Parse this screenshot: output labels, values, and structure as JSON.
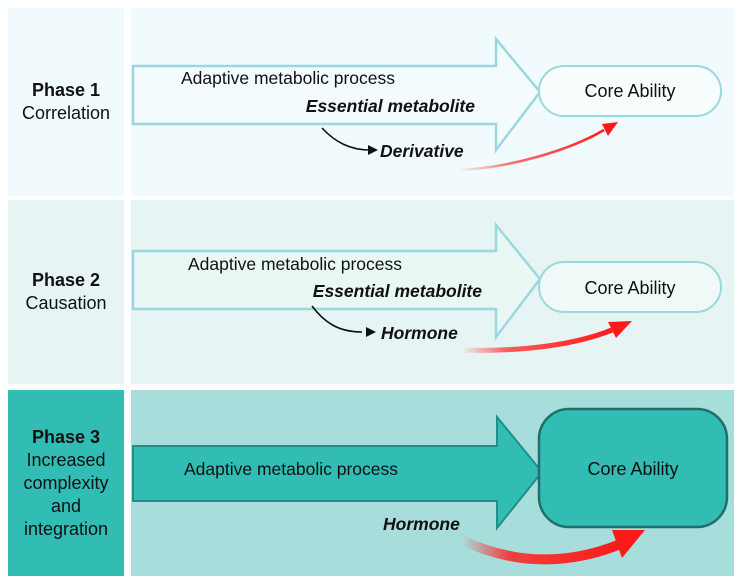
{
  "colors": {
    "phase1_bg": "#f1fafc",
    "phase2_bg": "#e6f5f3",
    "phase3_bg": "#a7dedb",
    "phase3_label_bg": "#31bcb4",
    "arrow_outline": "#9ad8df",
    "arrow_fill_3": "#31bcb4",
    "arrow_outline_3": "#1f8f88",
    "red_arrow": "#ff1a1a"
  },
  "phases": [
    {
      "id": "phase1",
      "title": "Phase 1",
      "subtitle_lines": [
        "Correlation"
      ],
      "process": "Adaptive metabolic process",
      "metabolite": "Essential metabolite",
      "product": "Derivative",
      "core": "Core Ability"
    },
    {
      "id": "phase2",
      "title": "Phase 2",
      "subtitle_lines": [
        "Causation"
      ],
      "process": "Adaptive metabolic process",
      "metabolite": "Essential metabolite",
      "product": "Hormone",
      "core": "Core Ability"
    },
    {
      "id": "phase3",
      "title": "Phase 3",
      "subtitle_lines": [
        "Increased",
        "complexity",
        "and",
        "integration"
      ],
      "process": "Adaptive metabolic process",
      "product": "Hormone",
      "core": "Core Ability"
    }
  ]
}
